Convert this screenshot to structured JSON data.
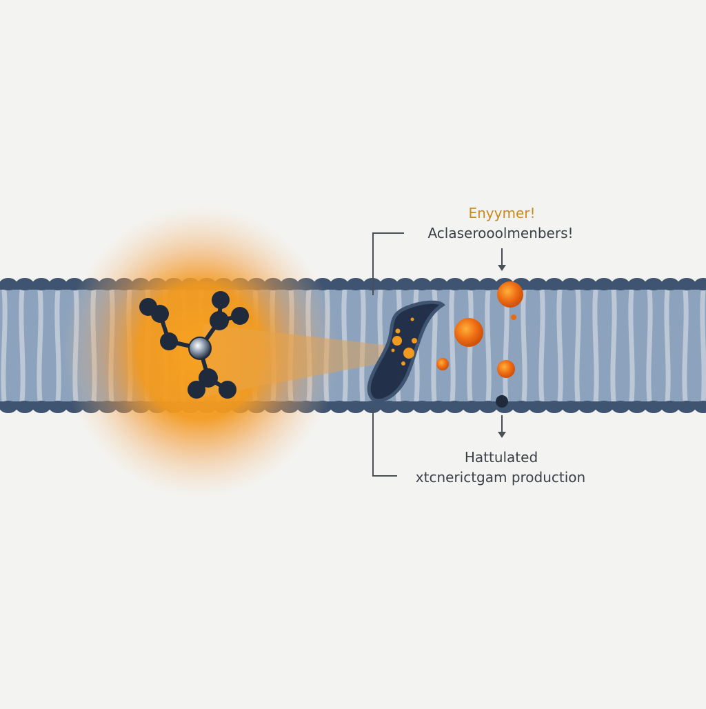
{
  "diagram": {
    "top_label_title": "Enyymer!",
    "top_label_subtitle": "Aclaserooolmenbers!",
    "bottom_label_line1": "Hattulated",
    "bottom_label_line2": "xtcnerictgam production"
  },
  "colors": {
    "background": "#f3f4f2",
    "membrane_fill": "#8da3bd",
    "membrane_stripe": "#c5cfdb",
    "membrane_edge": "#3f5470",
    "glow_orange": "#f39a1e",
    "molecule_dark": "#1f2a3c",
    "enzyme_dark": "#22304a",
    "particle_orange": "#ea6a12",
    "title_gold": "#c98a1a",
    "text_dark": "#3a3f46",
    "leader_line": "#4a4f56"
  },
  "icons": {
    "molecule": "molecule-icon",
    "enzyme": "enzyme-icon",
    "arrow_down": "arrow-down-icon"
  }
}
